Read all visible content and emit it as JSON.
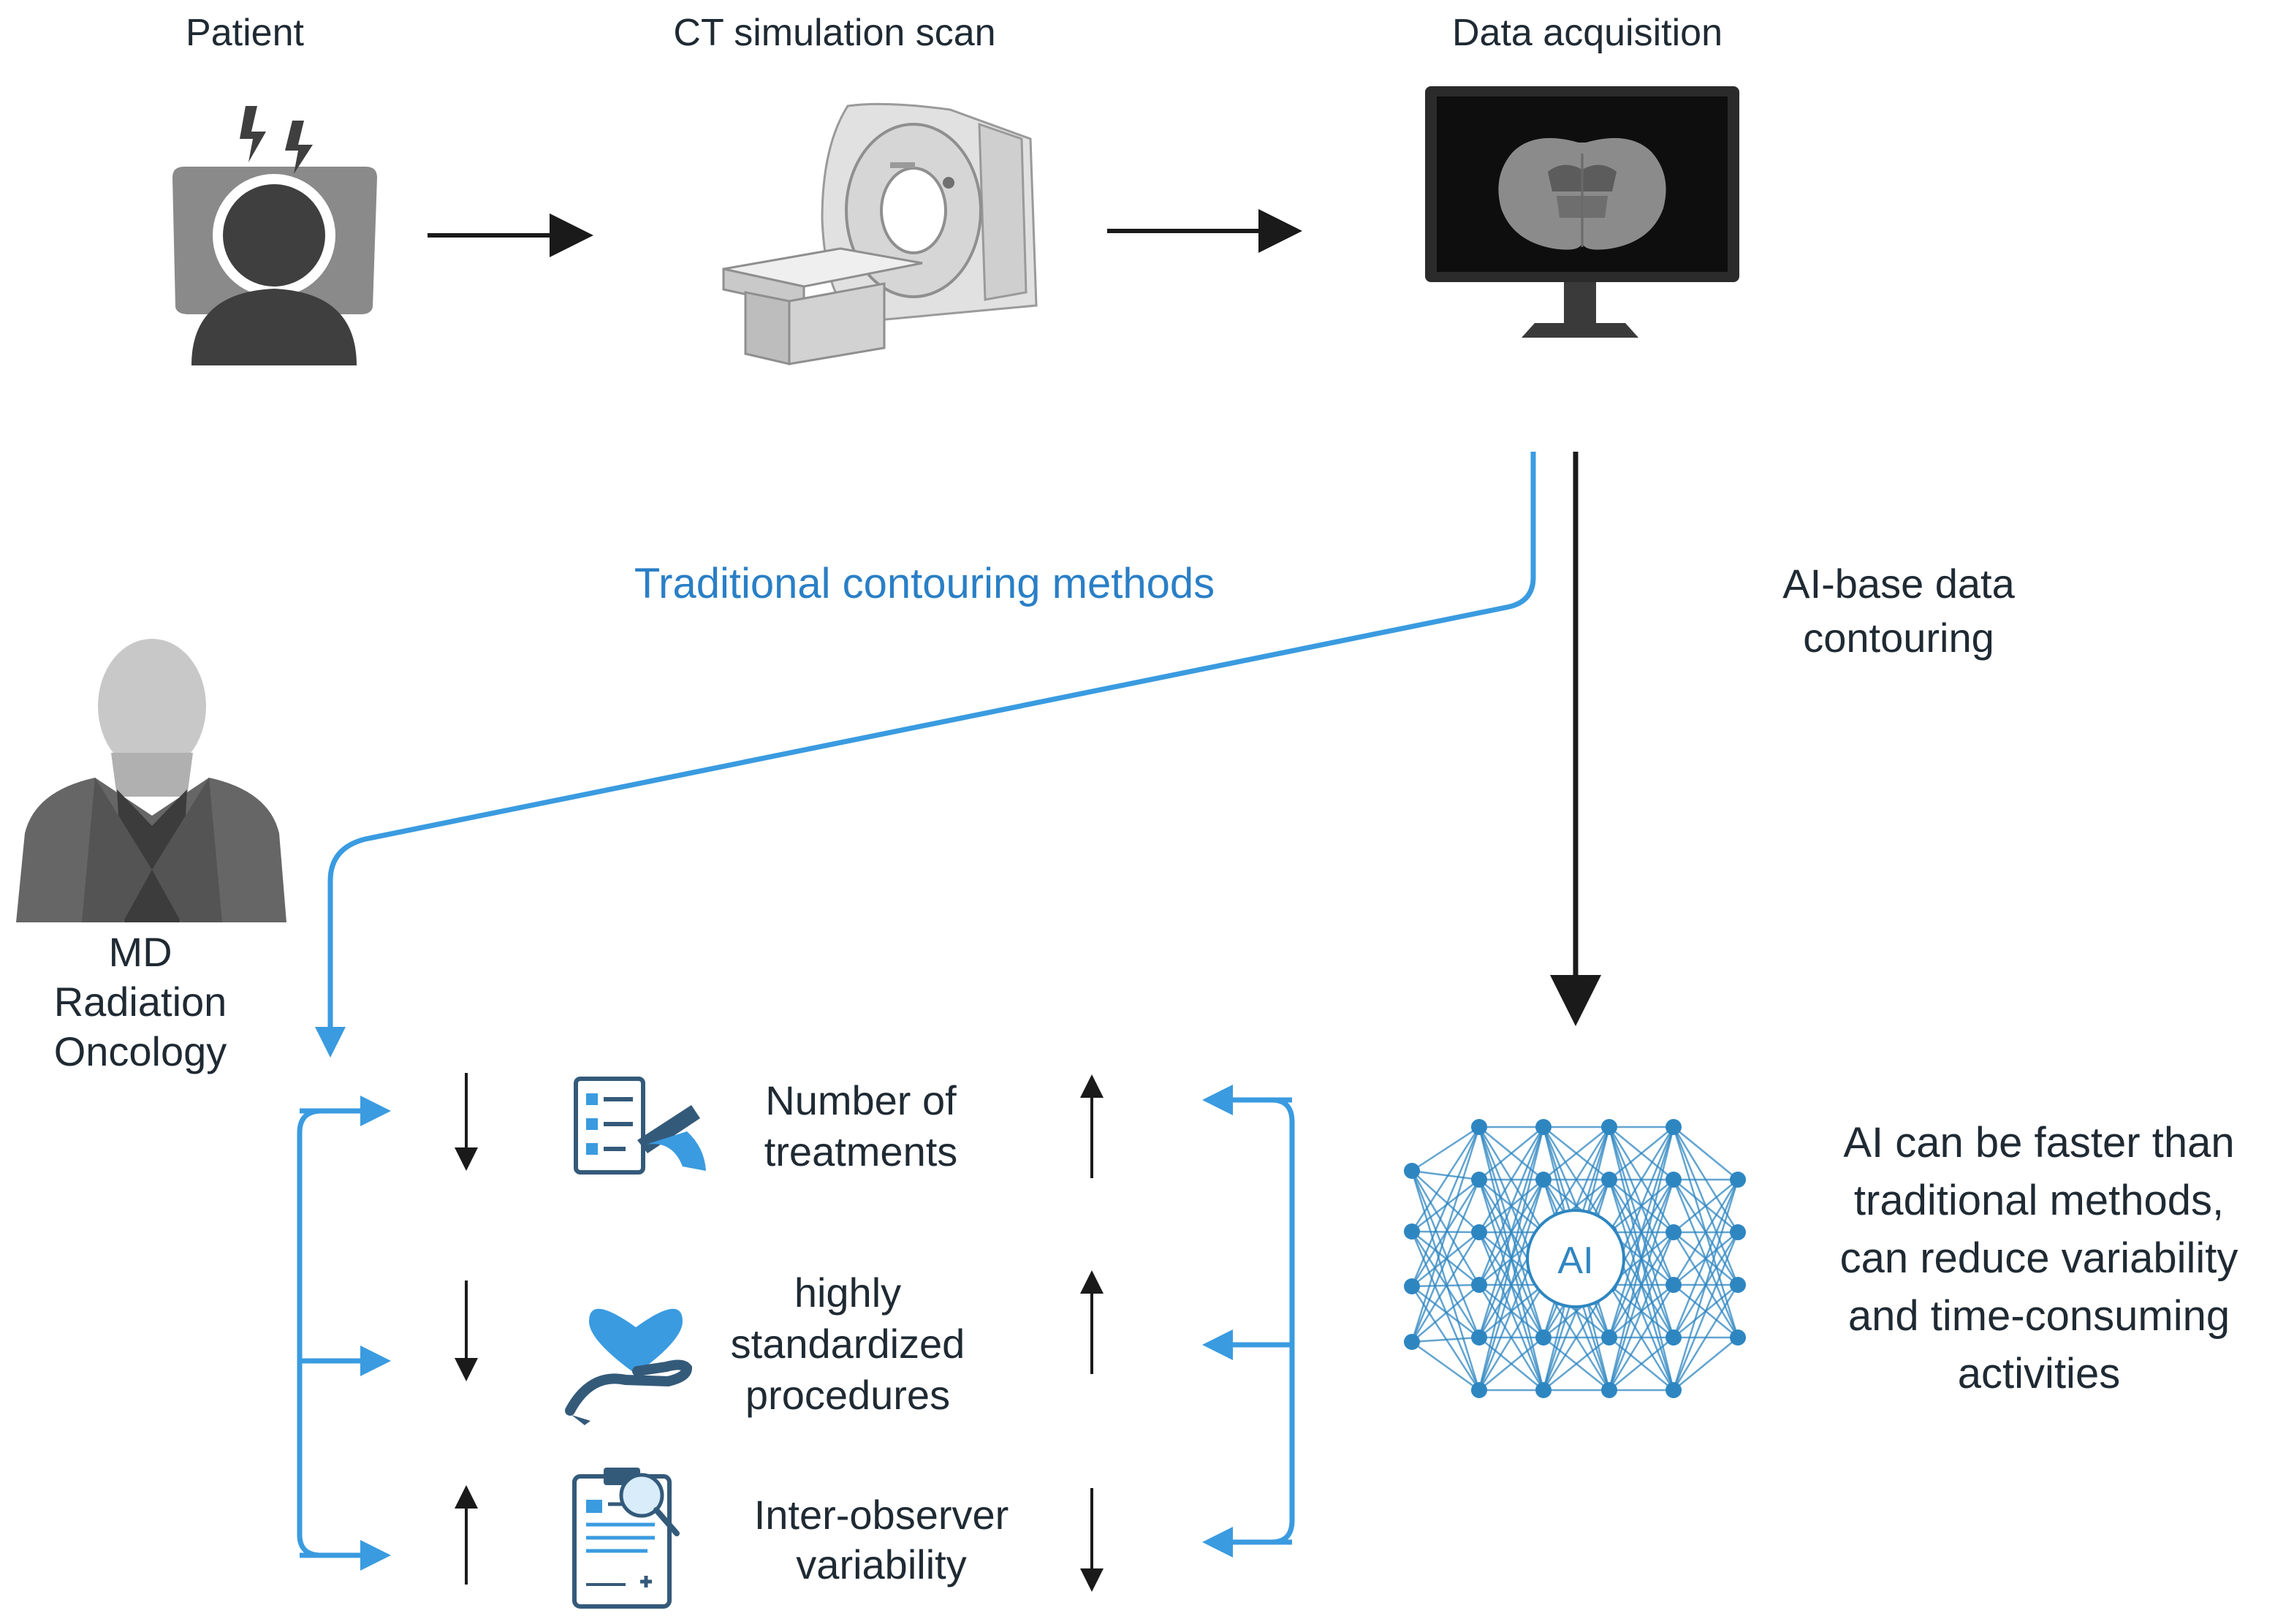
{
  "stages": {
    "patient": "Patient",
    "ct_scan": "CT simulation scan",
    "data_acquisition": "Data acquisition"
  },
  "paths": {
    "traditional": "Traditional contouring methods",
    "ai_line1": "AI-base data",
    "ai_line2": "contouring"
  },
  "physician": {
    "line1": "MD",
    "line2": "Radiation",
    "line3": "Oncology"
  },
  "outcomes": {
    "treatments": {
      "line1": "Number of",
      "line2": "treatments"
    },
    "procedures": {
      "line1": "highly",
      "line2": "standardized",
      "line3": "procedures"
    },
    "variability": {
      "line1": "Inter-observer",
      "line2": "variability"
    }
  },
  "ai_network_label": "AI",
  "ai_summary": {
    "line1": "AI can be faster than",
    "line2": "traditional methods,",
    "line3": "can reduce variability",
    "line4": "and time-consuming",
    "line5": "activities"
  },
  "colors": {
    "accent_blue": "#3a9be0",
    "text_blue": "#2a7fc6",
    "dark_arrow": "#1a1a1a",
    "icon_gray": "#8a8a8a",
    "icon_dark": "#3f3f3f",
    "network_blue": "#2e86c1",
    "icon_navy": "#345a7a"
  }
}
